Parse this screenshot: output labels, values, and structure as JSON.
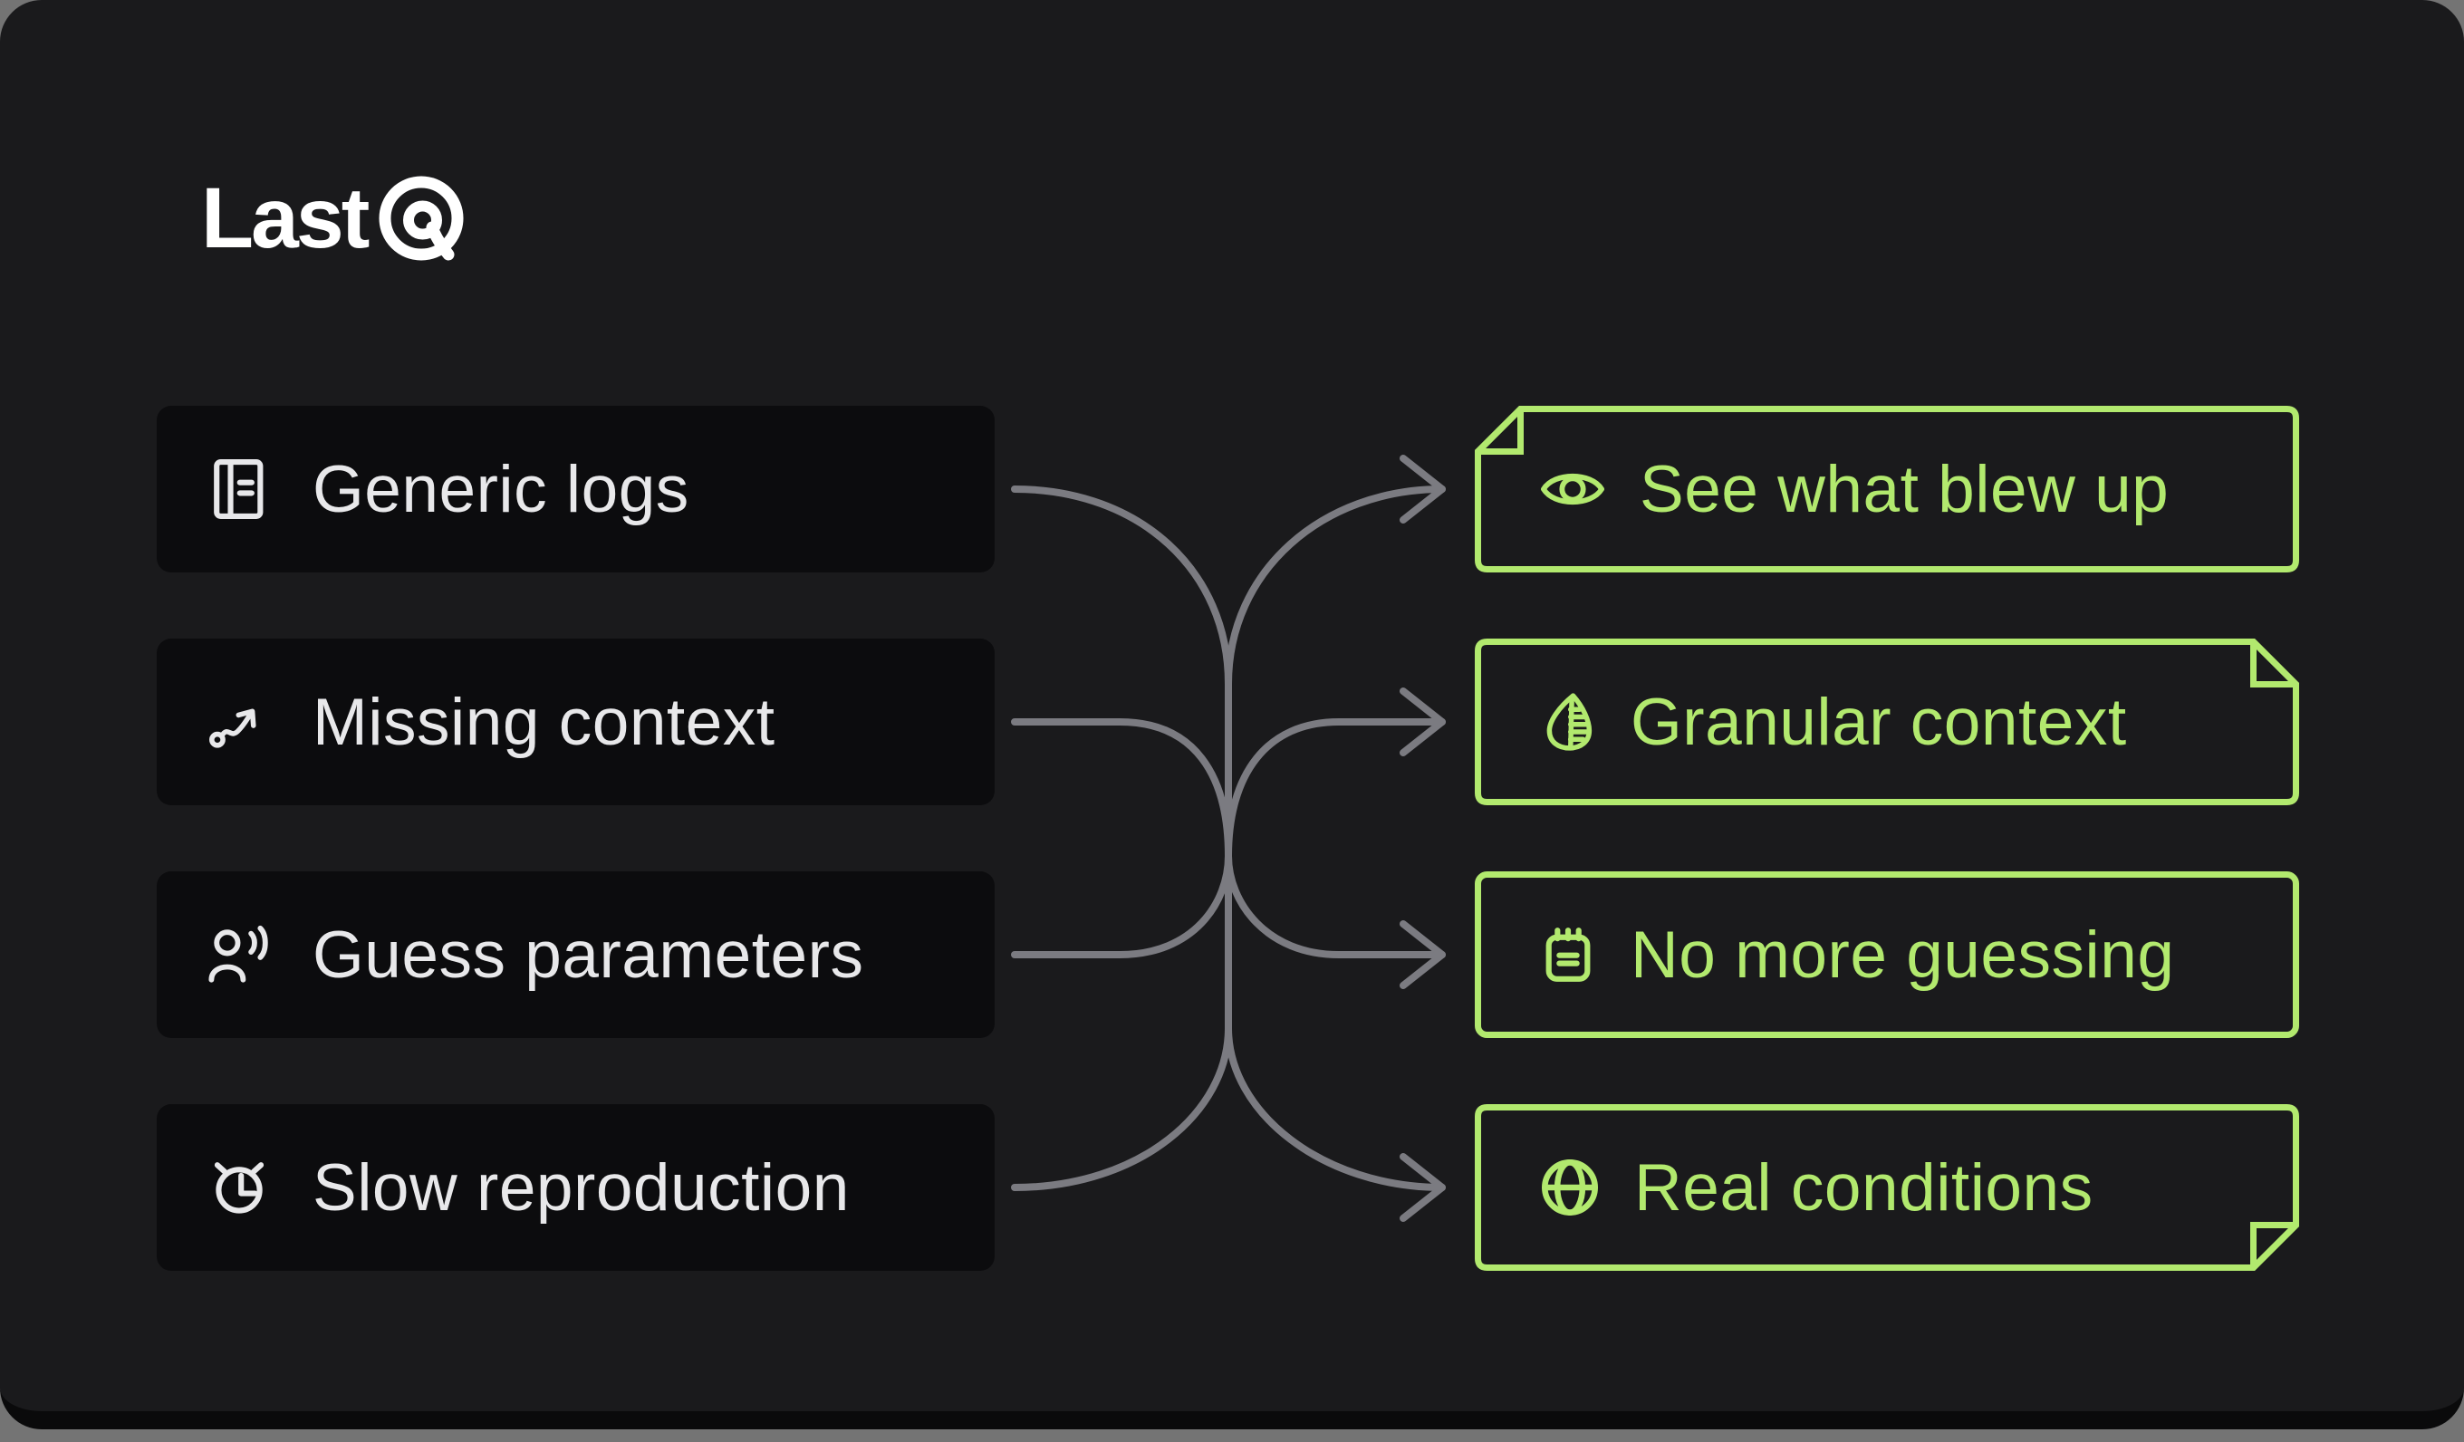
{
  "brand": {
    "logo_text": "Last",
    "logo_mark": "9-in-circle-icon"
  },
  "problems": [
    {
      "label": "Generic logs",
      "icon": "journal-icon"
    },
    {
      "label": "Missing context",
      "icon": "trend-squiggle-arrow-icon"
    },
    {
      "label": "Guess parameters",
      "icon": "user-voice-icon"
    },
    {
      "label": "Slow reproduction",
      "icon": "alarm-clock-icon"
    }
  ],
  "solutions": [
    {
      "label": "See what blew up",
      "icon": "eye-icon",
      "fold": "top-left"
    },
    {
      "label": "Granular context",
      "icon": "leaf-icon",
      "fold": "top-right"
    },
    {
      "label": "No more guessing",
      "icon": "notepad-icon",
      "fold": "none"
    },
    {
      "label": "Real conditions",
      "icon": "globe-icon",
      "fold": "bottom-right"
    }
  ],
  "connectors": {
    "type": "many-to-many-merge",
    "description": "four left nodes merge into a central vertical trunk and fan out to four arrowed right nodes"
  },
  "colors": {
    "page_bg": "#747474",
    "card_bg": "#1a1a1c",
    "card_bottom_lip": "#0a0a0b",
    "problem_box_bg": "#0c0c0e",
    "problem_text": "#e8e8ea",
    "accent_green": "#b2e96e",
    "connector_gray": "#7b7b81",
    "logo_white": "#ffffff"
  }
}
